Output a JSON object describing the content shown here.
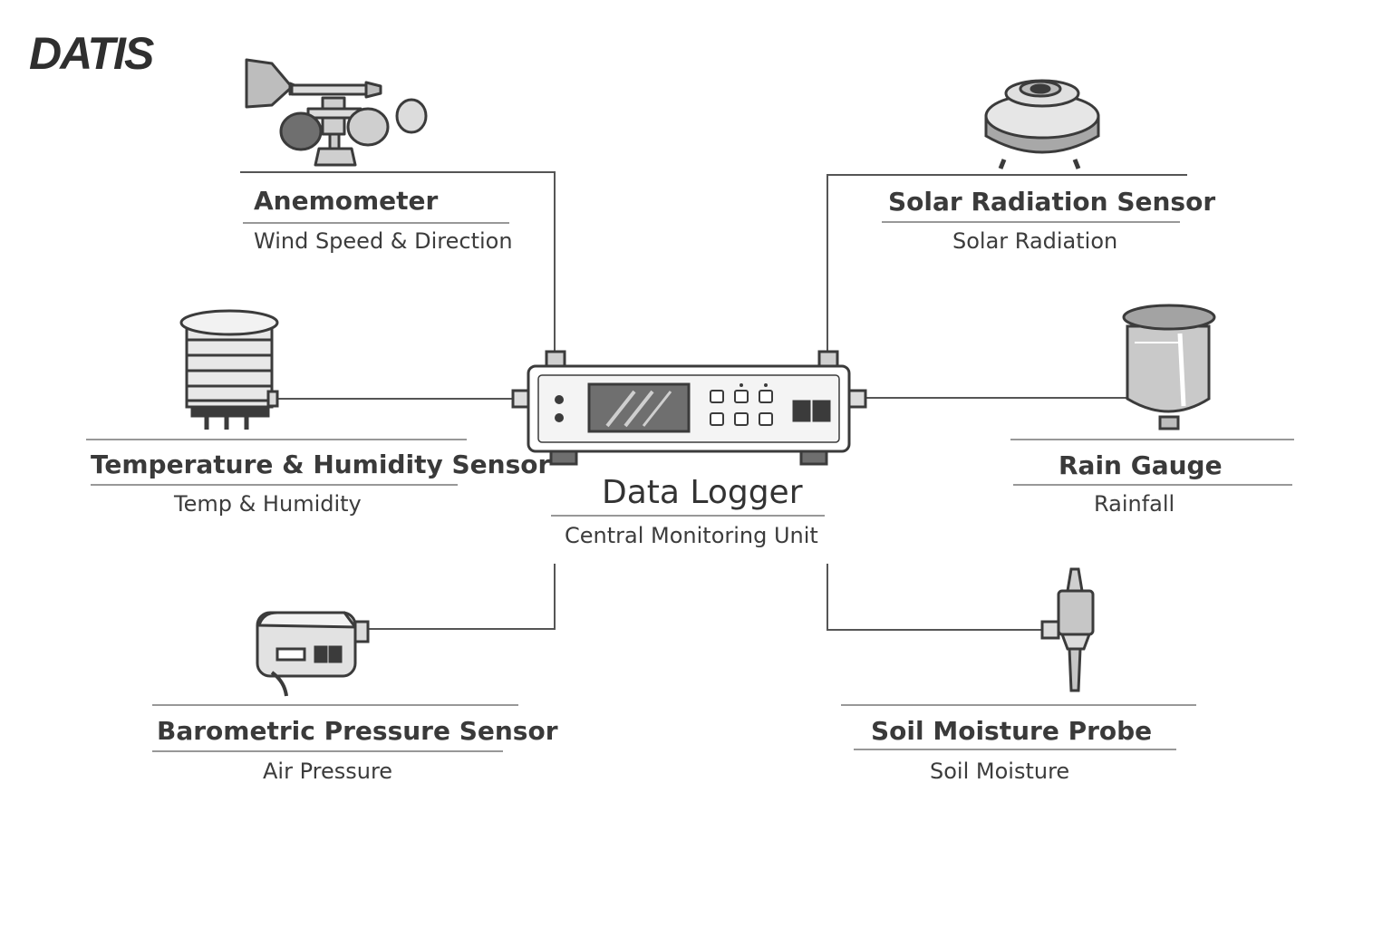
{
  "brand": {
    "logo_text": "DATIS"
  },
  "center": {
    "title": "Data Logger",
    "subtitle": "Central Monitoring Unit"
  },
  "sensors": [
    {
      "title": "Anemometer",
      "subtitle": "Wind Speed & Direction",
      "icon": "anemometer-icon"
    },
    {
      "title": "Solar Radiation Sensor",
      "subtitle": "Solar Radiation",
      "icon": "pyranometer-icon"
    },
    {
      "title": "Temperature & Humidity Sensor",
      "subtitle": "Temp & Humidity",
      "icon": "radiation-shield-icon"
    },
    {
      "title": "Rain Gauge",
      "subtitle": "Rainfall",
      "icon": "rain-gauge-icon"
    },
    {
      "title": "Barometric Pressure Sensor",
      "subtitle": "Air Pressure",
      "icon": "barometer-icon"
    },
    {
      "title": "Soil Moisture Probe",
      "subtitle": "Soil Moisture",
      "icon": "soil-probe-icon"
    }
  ],
  "colors": {
    "line": "#555555",
    "device_fill": "#d7d7d7",
    "dark": "#3b3b3b",
    "screen": "#6f6f6f"
  }
}
